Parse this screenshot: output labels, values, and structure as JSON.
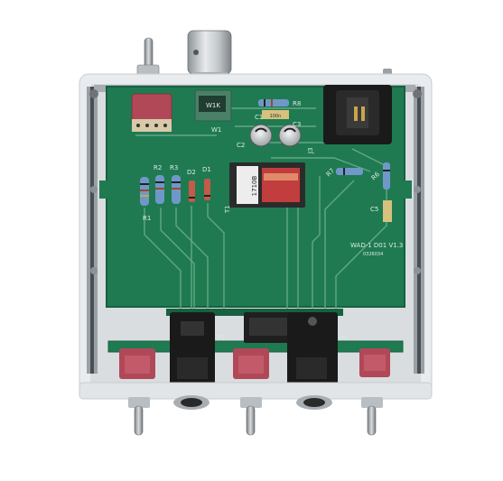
{
  "board": {
    "model": "WAD-1 D01 V1.3",
    "serial": "0326034",
    "colors": {
      "pcb": "#1f7a52",
      "pcb_dark": "#16613f",
      "trace": "#6fb08a",
      "chassis": "#e9ecee",
      "rail": "#9aa1a6",
      "connector": "#1a1a1a",
      "red_part": "#b04858"
    }
  },
  "labels": {
    "w1": "W1",
    "r8": "R8",
    "c1": "C1",
    "c2": "C2",
    "c3": "C3",
    "j3": "J3",
    "r2": "R2",
    "r3": "R3",
    "d1": "D1",
    "d2": "D2",
    "r1": "R1",
    "t1": "T1",
    "r7": "R7",
    "r6": "R6",
    "c5": "C5",
    "jp1": "JP1",
    "jp2": "JP2"
  },
  "transformer": {
    "part": "1710B"
  },
  "icons": {
    "toggle": "toggle-switch-icon",
    "knob": "rotary-knob-icon",
    "jack": "audio-jack-icon",
    "xlr": "xlr-connector-icon"
  }
}
